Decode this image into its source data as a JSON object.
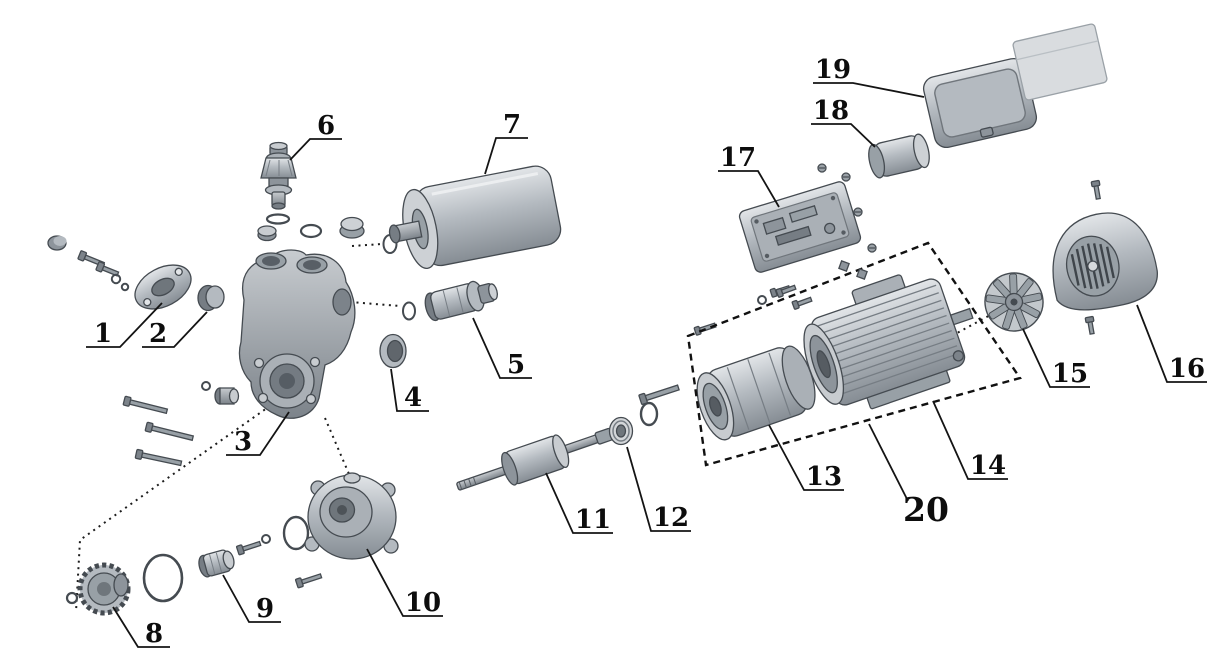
{
  "figure": {
    "kind": "exploded-view parts diagram",
    "part_count": 20,
    "colors": {
      "background": "#ffffff",
      "outline": "#454b51",
      "leader_lines": "#141414",
      "part_fill_light": "#d9dcdf",
      "part_fill_mid": "#b4bac0",
      "part_fill_dark": "#868d94"
    }
  },
  "labels": [
    {
      "text": "1"
    },
    {
      "text": "2"
    },
    {
      "text": "3"
    },
    {
      "text": "4"
    },
    {
      "text": "5"
    },
    {
      "text": "6"
    },
    {
      "text": "7"
    },
    {
      "text": "8"
    },
    {
      "text": "9"
    },
    {
      "text": "10"
    },
    {
      "text": "11"
    },
    {
      "text": "12"
    },
    {
      "text": "13"
    },
    {
      "text": "14"
    },
    {
      "text": "15"
    },
    {
      "text": "16"
    },
    {
      "text": "17"
    },
    {
      "text": "18"
    },
    {
      "text": "19"
    },
    {
      "text": "20"
    }
  ]
}
